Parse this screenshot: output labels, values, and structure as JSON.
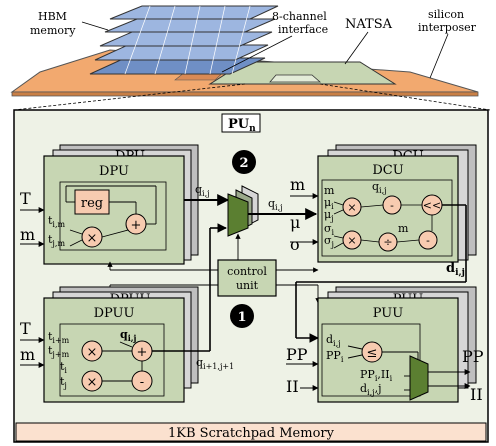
{
  "top": {
    "hbm_label_1": "HBM",
    "hbm_label_2": "memory",
    "channel_label_1": "8-channel",
    "channel_label_2": "interface",
    "natsa_label": "NATSA",
    "silicon_label_1": "silicon",
    "silicon_label_2": "interposer"
  },
  "pu": {
    "title": "PU",
    "title_sub": "n",
    "scratchpad": "1KB Scratchpad Memory",
    "control_1": "control",
    "control_2": "unit",
    "badge_1": "1",
    "badge_2": "2"
  },
  "dpu": {
    "title": "DPU",
    "back_title": "DPU",
    "reg": "reg",
    "plus": "+",
    "times": "×",
    "in_t": "T",
    "in_m": "m",
    "t_im": "t",
    "t_im_sub": "i,m",
    "t_jm": "t",
    "t_jm_sub": "j,m",
    "out_q": "q",
    "out_q_sub": "i,j"
  },
  "mux": {
    "out_q": "q",
    "out_q_sub": "i,j"
  },
  "dcu": {
    "title": "DCU",
    "back_title": "DCU",
    "in_m": "m",
    "in_mu": "μ",
    "in_sigma": "σ",
    "m": "m",
    "mu_i": "μ",
    "mu_i_sub": "i",
    "mu_j": "μ",
    "mu_j_sub": "j",
    "sigma_i": "σ",
    "sigma_i_sub": "i",
    "sigma_j": "σ",
    "sigma_j_sub": "j",
    "q": "q",
    "q_sub": "i,j",
    "m2": "m",
    "times": "×",
    "minus": "-",
    "div": "÷",
    "shift": "<<",
    "out_d": "d",
    "out_d_sub": "i,j"
  },
  "dpuu": {
    "title": "DPUU",
    "back_title": "DPUU",
    "in_t": "T",
    "in_m": "m",
    "t_im": "t",
    "t_im_sub": "i+m",
    "t_jm": "t",
    "t_jm_sub": "j+m",
    "t_i": "t",
    "t_i_sub": "i",
    "t_j": "t",
    "t_j_sub": "j",
    "q": "q",
    "q_sub": "i,j",
    "times": "×",
    "plus": "+",
    "minus": "-",
    "out_q": "q",
    "out_q_sub": "i+1,j+1"
  },
  "puu": {
    "title": "PUU",
    "back_title": "PUU",
    "d": "d",
    "d_sub": "i,j",
    "pp_i": "PP",
    "pp_i_sub": "i",
    "pp_ii": "PP",
    "pp_ii_sub": "i",
    "ii_i": "II",
    "ii_i_sub": "i",
    "d_ij2": "d",
    "d_ij2_sub": "i,j",
    "j": "j",
    "leq": "≤",
    "in_pp": "PP",
    "in_ii": "II",
    "out_pp": "PP",
    "out_ii": "II"
  },
  "colors": {
    "block": "#c7d6b3",
    "block_back": "#bfbfbf",
    "op": "#f7cbb0",
    "mux": "#5b7f31",
    "substrate": "#f2a96f",
    "pu_bg": "#eef2e6",
    "scratchpad": "#fbe1cf",
    "hbm": "#9db6e0"
  }
}
